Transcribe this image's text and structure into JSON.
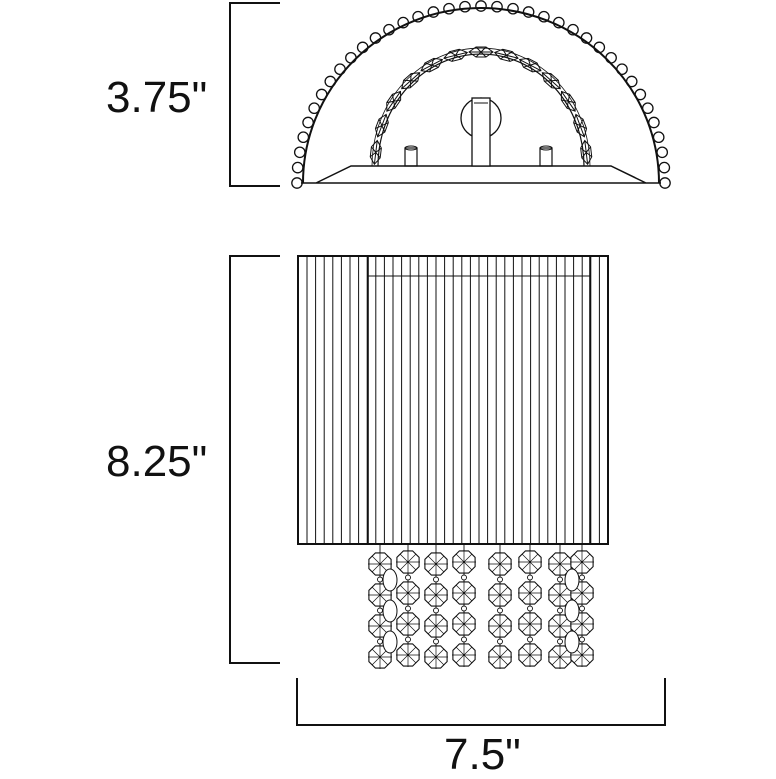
{
  "dimensions": {
    "depth": "3.75\"",
    "height": "8.25\"",
    "width": "7.5\""
  },
  "views": [
    "top-view",
    "front-view"
  ],
  "line_color": "#111111",
  "background": "#ffffff"
}
